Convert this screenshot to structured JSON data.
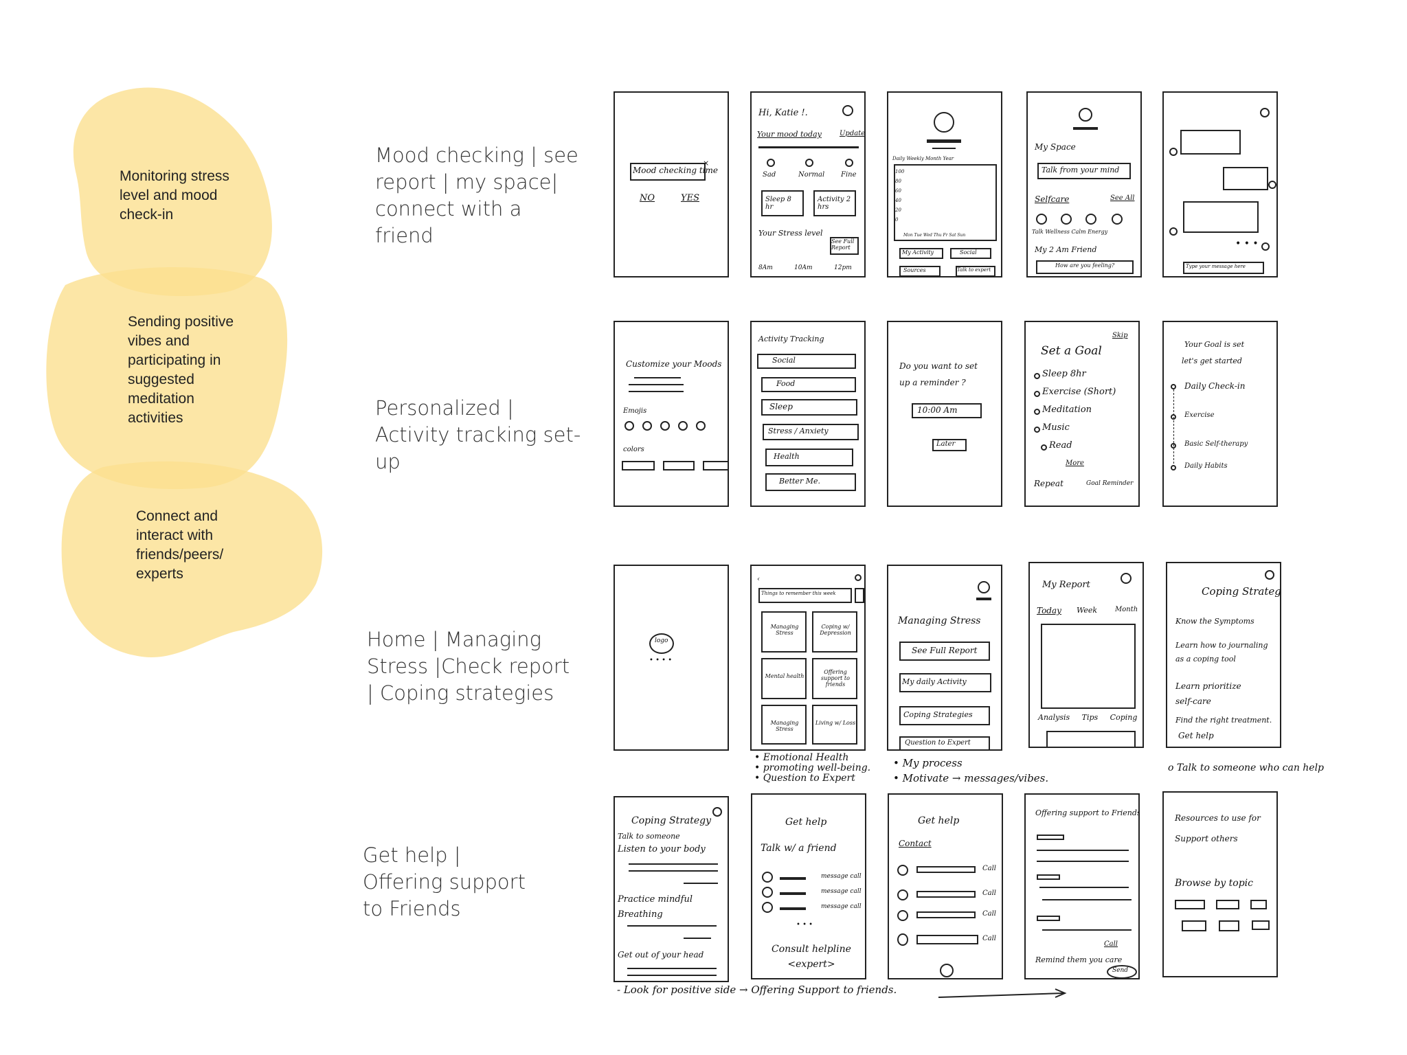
{
  "colors": {
    "blob": "#FBE090",
    "ink": "#222222"
  },
  "themes": [
    "Monitoring stress level and mood check-in",
    "Sending positive vibes and participating in suggested meditation activities",
    "Connect and interact with friends/peers/ experts"
  ],
  "rows": [
    "Mood checking | see report | my space| connect with a friend",
    "Personalized | Activity tracking set-up",
    "Home | Managing Stress |Check report | Coping strategies",
    "Get help | Offering support to Friends"
  ],
  "sketch": {
    "r1": {
      "f1": {
        "text": "Mood checking time",
        "no": "NO",
        "yes": "YES"
      },
      "f2": {
        "greet": "Hi, Katie !.",
        "mood": "Your mood today",
        "update": "Update",
        "sad": "Sad",
        "normal": "Normal",
        "fine": "Fine",
        "sleep": "Sleep 8 hr",
        "activity": "Activity 2 hrs",
        "stress": "Your Stress level",
        "report": "See Full Report",
        "t1": "8Am",
        "t2": "10Am",
        "t3": "12pm"
      },
      "f3": {
        "tabs": "Daily Weekly Month Year",
        "ticks": "100 80 60 40 20 0",
        "days": "Mon Tue Wed Thu Fr Sat Sun",
        "btn1": "My Activity",
        "btn2": "Social",
        "btn3": "Sources",
        "btn4": "Talk to expert"
      },
      "f4": {
        "myspace": "My Space",
        "talk": "Talk from your mind",
        "selfcare": "Selfcare",
        "seeall": "See All",
        "cats": "Talk Wellness Calm Energy",
        "friend": "My 2 Am Friend",
        "how": "How are you feeling?"
      },
      "f5": {
        "type": "Type your message here"
      }
    },
    "r2": {
      "f1": {
        "title": "Customize your Moods",
        "emojis": "Emojis",
        "colors": "colors"
      },
      "f2": {
        "title": "Activity Tracking",
        "items": [
          "Social",
          "Food",
          "Sleep",
          "Stress / Anxiety",
          "Health",
          "Better Me."
        ]
      },
      "f3": {
        "q": "Do you want to set up a reminder ?",
        "time": "10:00 Am",
        "later": "Later"
      },
      "f4": {
        "skip": "Skip",
        "title": "Set a Goal",
        "items": [
          "Sleep 8hr",
          "Exercise (Short)",
          "Meditation",
          "Music",
          "Read"
        ],
        "more": "More",
        "repeat": "Repeat",
        "remind": "Goal Reminder"
      },
      "f5": {
        "l1": "Your Goal is set",
        "l2": "let's get started",
        "items": [
          "Daily Check-in",
          "Exercise",
          "Basic Self-therapy",
          "Daily Habits"
        ]
      }
    },
    "r3": {
      "f1": {
        "logo": "logo"
      },
      "f2": {
        "search": "Things to remember this week",
        "tiles": [
          "Managing Stress",
          "Coping w/ Depression",
          "Mental health",
          "Offering support to friends",
          "Managing Stress",
          "Living w/ Loss"
        ]
      },
      "f3": {
        "title": "Managing Stress",
        "items": [
          "See Full Report",
          "My daily Activity",
          "Coping Strategies",
          "Question to Expert"
        ]
      },
      "f4": {
        "title": "My Report",
        "today": "Today",
        "week": "Week",
        "month": "Month",
        "tabs": "Analysis Tips Coping"
      },
      "f5": {
        "title": "Coping Strategy",
        "items": [
          "Know the Symptoms",
          "Learn how to journaling as a coping tool",
          "Learn prioritize self-care",
          "Find the right treatment.",
          "Get help"
        ]
      }
    },
    "r4": {
      "f1": {
        "title": "Coping Strategy",
        "items": [
          "Talk to someone",
          "Listen to your body",
          "Practice mindful Breathing",
          "Get out of your head"
        ]
      },
      "f2": {
        "title": "Get help",
        "talk": "Talk w/ a friend",
        "actions": [
          "message call",
          "message call",
          "message call"
        ],
        "helpline": "Consult helpline <expert>"
      },
      "f3": {
        "title": "Get help",
        "contact": "Contact",
        "call": "Call"
      },
      "f4": {
        "title": "Offering support to Friends",
        "call": "Call",
        "remind": "Remind them you care",
        "send": "Send"
      },
      "f5": {
        "title": "Resources to use for Support others",
        "browse": "Browse by topic"
      }
    }
  },
  "notes": {
    "r3a": [
      "• Emotional Health",
      "• promoting well-being.",
      "• Question to Expert"
    ],
    "r3b": [
      "• My process",
      "• Motivate → messages/vibes."
    ],
    "r3c": "o Talk to someone who can help",
    "r4": "- Look for positive side → Offering Support to friends."
  }
}
